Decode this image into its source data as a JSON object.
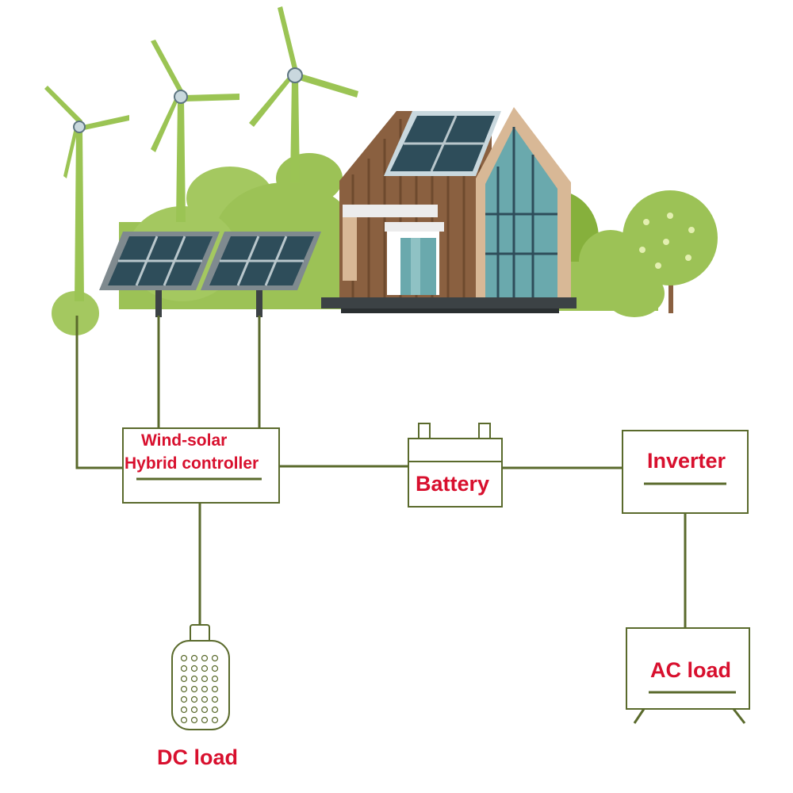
{
  "labels": {
    "controller_line1": "Wind-solar",
    "controller_line2": "Hybrid controller",
    "battery": "Battery",
    "inverter": "Inverter",
    "ac_load": "AC load",
    "dc_load": "DC load"
  },
  "colors": {
    "wire": "#5a6a2c",
    "label": "#d8102e",
    "turbine": "#9bc454",
    "panel_frame": "#7f8a8f",
    "panel_cell": "#2e4d5a",
    "house_wood": "#8a6040",
    "house_trim": "#d8b896",
    "glass": "#6aa9ad",
    "bush_dark": "#86b03c",
    "bush_light": "#a4c860",
    "ground": "#3c4245"
  }
}
